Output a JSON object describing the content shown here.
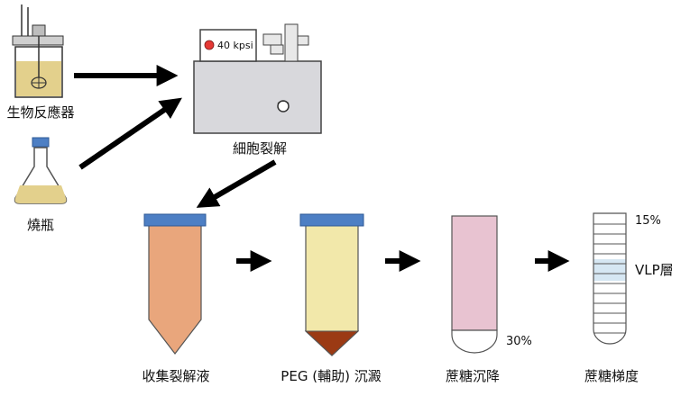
{
  "labels": {
    "bioreactor": "生物反應器",
    "flask": "燒瓶",
    "cell_lysis": "細胞裂解",
    "collect_lysate": "收集裂解液",
    "peg_precipitation": "PEG (輔助) 沉澱",
    "sucrose_sedimentation": "蔗糖沉降",
    "sucrose_gradient": "蔗糖梯度"
  },
  "machine": {
    "display_text": "40 kpsi",
    "indicator_color": "#e53935"
  },
  "gradient_tube": {
    "top_label": "15%",
    "band_label": "VLP層"
  },
  "sediment_tube": {
    "bottom_label": "30%"
  },
  "colors": {
    "cap_blue": "#4d7fc4",
    "lysate_orange": "#e9a67c",
    "peg_yellow": "#f2e8aa",
    "pellet_brown": "#9b3a14",
    "sucrose_pink": "#e8c3d1",
    "band_blue": "#d6e7f3",
    "machine_gray": "#d8d8dc",
    "medium_tan": "#e3d08c",
    "arrow_black": "#000000"
  }
}
